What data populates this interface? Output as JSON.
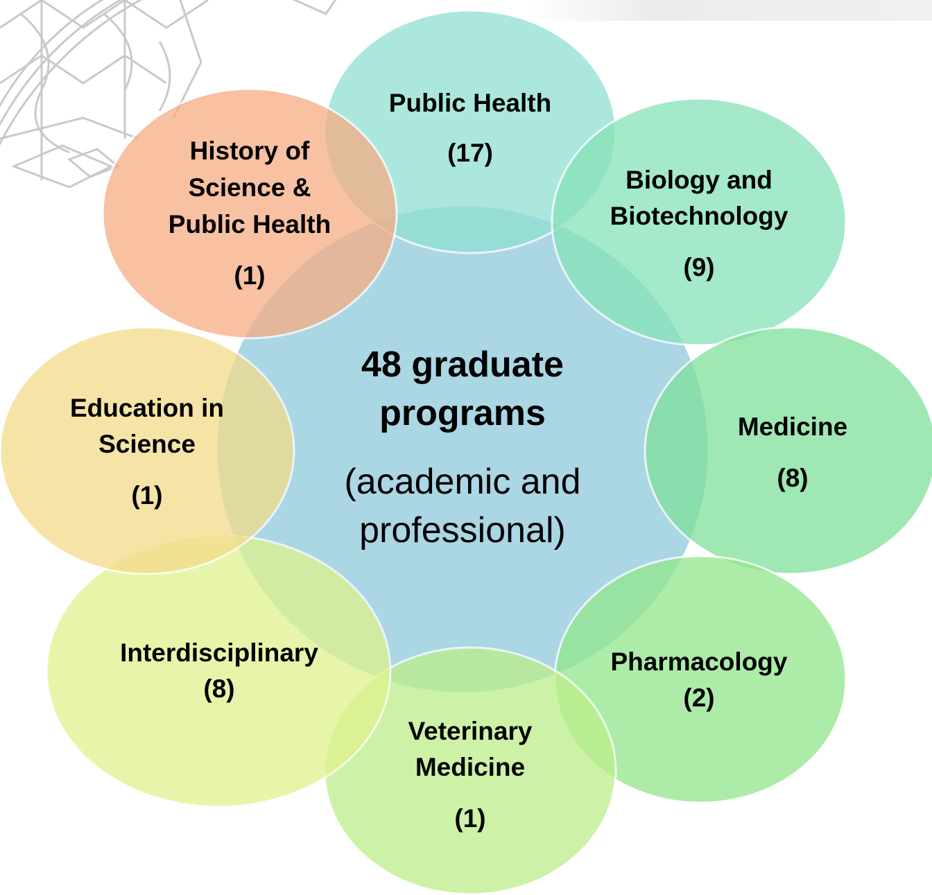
{
  "center": {
    "title_lines": [
      "48 graduate",
      "programs"
    ],
    "subtitle_lines": [
      "(academic and",
      "professional)"
    ],
    "color": "#8fc9dc"
  },
  "nodes": [
    {
      "id": "public-health",
      "label_lines": [
        "Public Health"
      ],
      "count": "(17)",
      "color": "#8fe0d2"
    },
    {
      "id": "biology-biotechnology",
      "label_lines": [
        "Biology and",
        "Biotechnology"
      ],
      "count": "(9)",
      "color": "#86e2b8"
    },
    {
      "id": "medicine",
      "label_lines": [
        "Medicine"
      ],
      "count": "(8)",
      "color": "#7fe09a"
    },
    {
      "id": "pharmacology",
      "label_lines": [
        "Pharmacology"
      ],
      "count": "(2)",
      "color": "#92e68c"
    },
    {
      "id": "veterinary-medicine",
      "label_lines": [
        "Veterinary",
        "Medicine"
      ],
      "count": "(1)",
      "color": "#bdee8a"
    },
    {
      "id": "interdisciplinary",
      "label_lines": [
        "Interdisciplinary"
      ],
      "count": "(8)",
      "color": "#e0f28e"
    },
    {
      "id": "education-in-science",
      "label_lines": [
        "Education in",
        "Science"
      ],
      "count": "(1)",
      "color": "#f3dc8a"
    },
    {
      "id": "history-science-public-health",
      "label_lines": [
        "History of",
        "Science &",
        "Public Health"
      ],
      "count": "(1)",
      "color": "#f5ad84"
    }
  ]
}
